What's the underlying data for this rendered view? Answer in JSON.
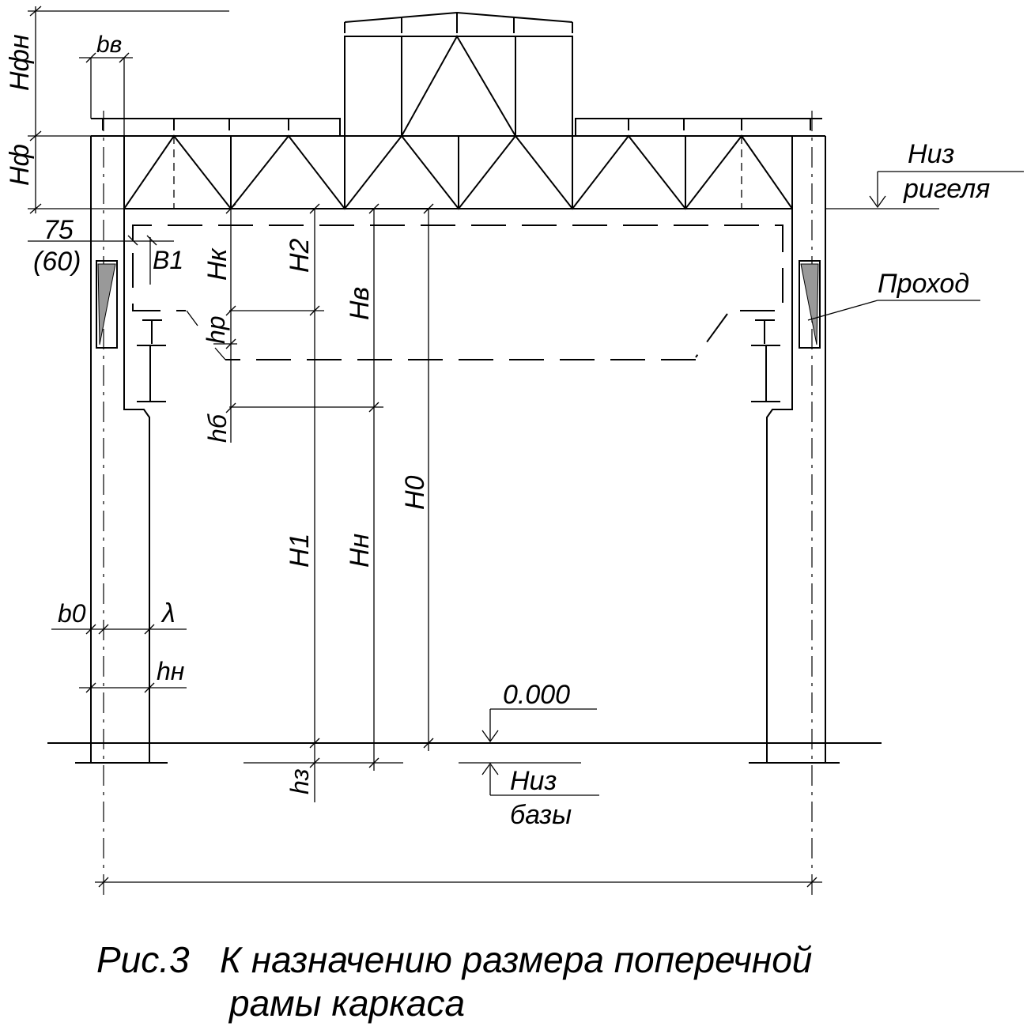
{
  "labels": {
    "h_fn": "Hфн",
    "b_v": "bв",
    "h_f": "Hф",
    "offset_75": "75",
    "offset_60": "(60)",
    "b_1": "B1",
    "h_k": "Hк",
    "h_2": "H2",
    "h_v": "Hв",
    "h_r": "hр",
    "h_b": "hб",
    "h_0": "H0",
    "h_1": "H1",
    "h_n": "Hн",
    "b_0": "b0",
    "lambda": "λ",
    "h_n_small": "hн",
    "h_z": "hз"
  },
  "notes": {
    "niz_rigelya_1": "Низ",
    "niz_rigelya_2": "ригеля",
    "prohod": "Проход",
    "zero_mark": "0.000",
    "niz_bazy_1": "Низ",
    "niz_bazy_2": "базы"
  },
  "caption": {
    "line1": "Рис.3   К назначению размера поперечной",
    "line2": "рамы каркаса"
  }
}
